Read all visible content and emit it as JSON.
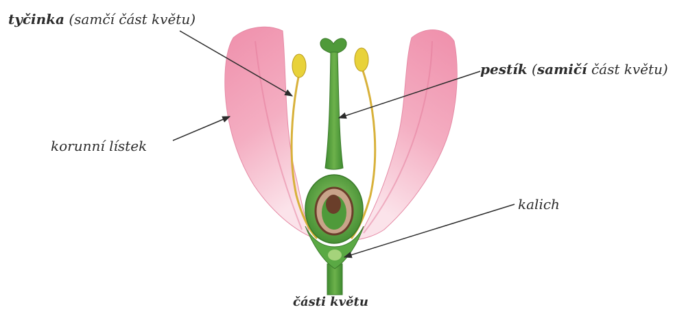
{
  "labels": {
    "stamen_bold": "tyčinka",
    "stamen_rest": " (samčí část květu)",
    "pistil_bold": "pestík",
    "pistil_open": " (",
    "pistil_mid_bold": "samičí",
    "pistil_rest": " část květu)",
    "petal": "korunní lístek",
    "calyx": "kalich"
  },
  "caption": "části květu",
  "colors": {
    "petal": "#f2a2b8",
    "stem_green": "#4f9a3a",
    "anther": "#e8d23a",
    "filament": "#d8b13a",
    "ovary_brown": "#6a3e2a",
    "ink": "#2b2b2b"
  }
}
